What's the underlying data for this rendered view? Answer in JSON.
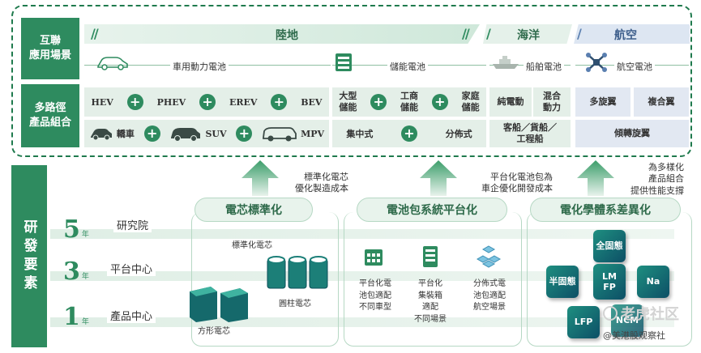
{
  "application": {
    "label": "互聯\n應用場景",
    "bands": {
      "land": "陸地",
      "sea": "海洋",
      "air": "航空"
    },
    "sub": {
      "vehicle": "車用動力電池",
      "storage": "儲能電池",
      "ship": "船舶電池",
      "aviation": "航空電池"
    }
  },
  "products": {
    "label": "多路徑\n產品組合",
    "row1": {
      "vehicle": [
        "HEV",
        "PHEV",
        "EREV",
        "BEV"
      ],
      "storage": [
        "大型\n儲能",
        "工商\n儲能",
        "家庭\n儲能"
      ],
      "ship": [
        "純電動",
        "混合\n動力"
      ],
      "air": [
        "多旋翼",
        "複合翼"
      ]
    },
    "row2": {
      "vehicle": [
        "轎車",
        "SUV",
        "MPV"
      ],
      "storage": [
        "集中式",
        "分佈式"
      ],
      "ship": "客船／貨船／\n工程船",
      "air": "傾轉旋翼"
    }
  },
  "rd": {
    "label": "研發要素",
    "levels": [
      {
        "num": "5",
        "unit": "年",
        "name": "研究院"
      },
      {
        "num": "3",
        "unit": "年",
        "name": "平台中心"
      },
      {
        "num": "1",
        "unit": "年",
        "name": "產品中心"
      }
    ],
    "pillars": [
      {
        "title": "電芯標準化",
        "note": "標準化電芯\n優化製造成本"
      },
      {
        "title": "電池包系統平台化",
        "note": "平台化電池包為\n車企優化開發成本"
      },
      {
        "title": "電化學體系差異化",
        "note": "為多樣化\n產品組合\n提供性能支撐"
      }
    ],
    "cell_labels": {
      "standard": "標準化電芯",
      "cylinder": "圓柱電芯",
      "prismatic": "方形電芯"
    },
    "pack_items": [
      "平台化電\n池包適配\n不同車型",
      "平台化\n集裝箱\n適配\n不同場景",
      "分佈式電\n池包適配\n航空場景"
    ],
    "chem": [
      "全固態",
      "半固態",
      "LM\nFP",
      "Na",
      "LFP",
      "NCM"
    ]
  },
  "watermark": {
    "main": "老虎社区",
    "handle": "@美港股观察社"
  }
}
